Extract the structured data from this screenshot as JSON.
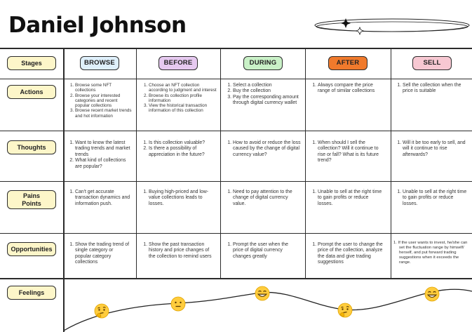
{
  "title": "Daniel Johnson",
  "colors": {
    "browse": "#dff0fb",
    "before": "#e6c9f0",
    "during": "#c9f1c7",
    "after": "#f07a2c",
    "sell": "#f7c8d2",
    "label_fill": "#fdf6c9",
    "line": "#2b2b2b"
  },
  "rows": {
    "stages": "Stages",
    "actions": "Actions",
    "thoughts": "Thoughts",
    "pains": "Pains Points",
    "opportunities": "Opportunities",
    "feelings": "Feelings"
  },
  "stages": [
    "BROWSE",
    "BEFORE",
    "DURING",
    "AFTER",
    "SELL"
  ],
  "actions": [
    [
      "Browse some NFT collections",
      "Browse your interested categories and recent popular collections",
      "Browse recent market trends and hot information"
    ],
    [
      "Choose an NFT collection according to judgment and interest",
      "Browse its collection profile information",
      "View the historical transaction information of this collection"
    ],
    [
      "Select a collection",
      "Buy the collection",
      "Pay the corresponding amount through digital currency wallet"
    ],
    [
      "Always compare the price range of similar collections"
    ],
    [
      "Sell the collection when the price is suitable"
    ]
  ],
  "thoughts": [
    [
      "Want to know the latest trading trends and market trends",
      "What kind of collections are popular?"
    ],
    [
      "Is this collection valuable?",
      "Is there a possibility of appreciation in the future?"
    ],
    [
      "How to avoid or reduce the loss caused by the change of digital currency value?"
    ],
    [
      "When should I sell the collection? Will it continue to rise or fall? What is its future trend?"
    ],
    [
      "Will it be too early to sell, and will it continue to rise afterwards?"
    ]
  ],
  "pains": [
    [
      "Can't get accurate transaction dynamics and information push."
    ],
    [
      "Buying high-priced and low-value collections leads to losses."
    ],
    [
      "Need to pay attention to the change of digital currency value."
    ],
    [
      "Unable to sell at the right time to gain profits or reduce losses."
    ],
    [
      "Unable to sell at the right time to gain profits or reduce losses."
    ]
  ],
  "opportunities": [
    [
      "Show the trading trend of single category or popular category collections"
    ],
    [
      "Show the past transaction history and price changes of the collection to remind users"
    ],
    [
      "Prompt the user when the price of digital currency changes greatly"
    ],
    [
      "Prompt the user to change the price of the collection, analyze the data and give trading suggestions"
    ],
    [
      "If the user wants to invest, he/she can set the fluctuation range by himself/ herself, and put forward trading suggestions when it exceeds the range."
    ]
  ],
  "feelings": {
    "emotions": [
      "thinking",
      "neutral",
      "grinning",
      "thinking",
      "grinning"
    ],
    "icons": [
      "thinking-face-icon",
      "neutral-face-icon",
      "grinning-face-icon",
      "thinking-face-icon",
      "grinning-face-icon"
    ]
  }
}
